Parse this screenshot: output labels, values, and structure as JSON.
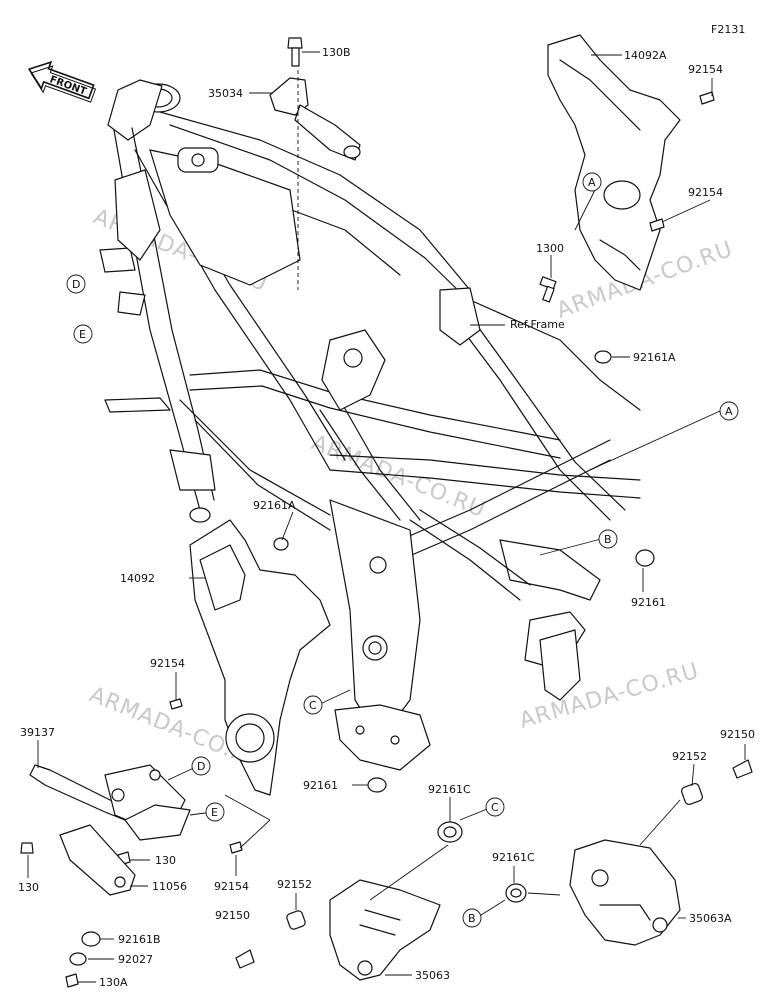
{
  "figure_code": "F2131",
  "front_arrow_label": "FRONT",
  "watermark": "ARMADA-CO.RU",
  "ref_frame": "Ref.Frame",
  "refs": {
    "A": "A",
    "B": "B",
    "C": "C",
    "D": "D",
    "E": "E"
  },
  "labels": {
    "l130B": "130B",
    "l35034": "35034",
    "l14092A": "14092A",
    "l92154_a": "92154",
    "l92154_b": "92154",
    "l1300": "1300",
    "l92161A_a": "92161A",
    "l92161A_b": "92161A",
    "l14092": "14092",
    "l92161_a": "92161",
    "l92154_c": "92154",
    "l39137": "39137",
    "l92150_a": "92150",
    "l92152_a": "92152",
    "l92161_b": "92161",
    "l92161C_a": "92161C",
    "l92161C_b": "92161C",
    "l130_a": "130",
    "l130_b": "130",
    "l11056": "11056",
    "l92154_d": "92154",
    "l92152_b": "92152",
    "l92150_b": "92150",
    "l35063A": "35063A",
    "l92161B": "92161B",
    "l92027": "92027",
    "l130A": "130A",
    "l35063": "35063"
  }
}
